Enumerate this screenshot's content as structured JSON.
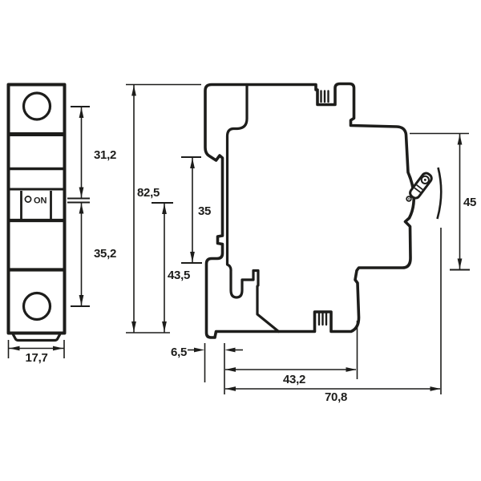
{
  "colors": {
    "ink": "#1d1d1b",
    "paper": "#ffffff"
  },
  "front_view": {
    "on_label": "ON",
    "dim_terminal_to_switch": "31,2",
    "dim_switch_to_terminal": "35,2",
    "dim_width": "17,7"
  },
  "side_view": {
    "dim_total_height": "82,5",
    "dim_recess_height": "35",
    "dim_switch_to_bottom": "43,5",
    "dim_rail_offset": "6,5",
    "dim_mount_depth": "43,2",
    "dim_total_depth": "70,8",
    "dim_rear_height": "45"
  }
}
